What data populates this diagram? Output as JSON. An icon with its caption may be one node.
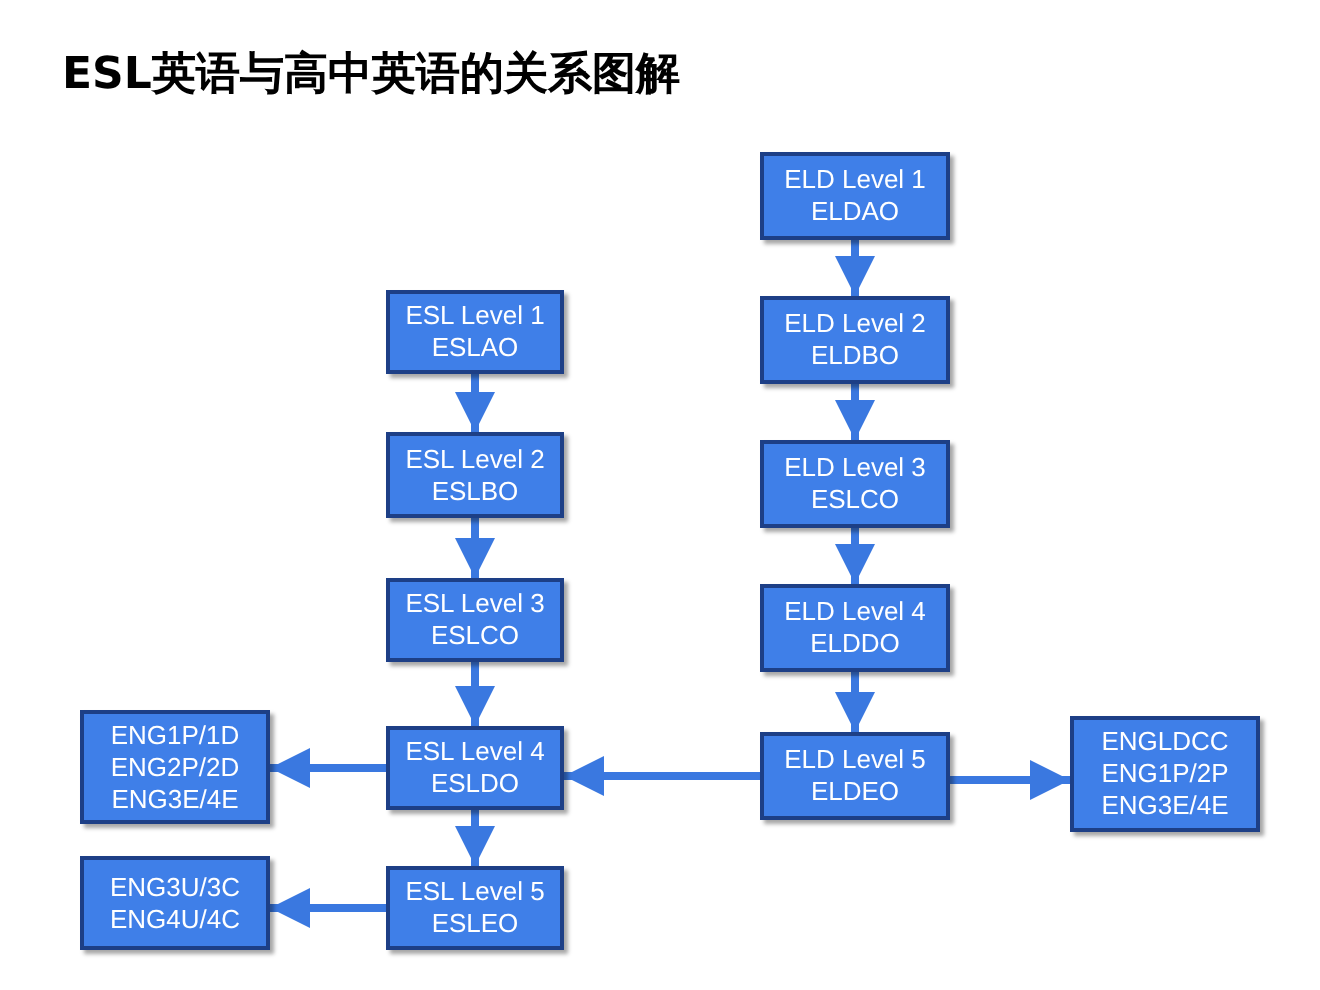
{
  "diagram": {
    "title": "ESL英语与高中英语的关系图解",
    "nodes": [
      {
        "text": [
          "ELD Level 1",
          "ELDAO"
        ]
      },
      {
        "text": [
          "ESL Level 1",
          "ESLAO"
        ]
      },
      {
        "text": [
          "ELD Level 2",
          "ELDBO"
        ]
      },
      {
        "text": [
          "ESL Level 2",
          "ESLBO"
        ]
      },
      {
        "text": [
          "ELD Level 3",
          "ESLCO"
        ]
      },
      {
        "text": [
          "ESL Level 3",
          "ESLCO"
        ]
      },
      {
        "text": [
          "ELD Level 4",
          "ELDDO"
        ]
      },
      {
        "text": [
          "ENG1P/1D",
          "ENG2P/2D",
          "ENG3E/4E"
        ]
      },
      {
        "text": [
          "ESL Level 4",
          "ESLDO"
        ]
      },
      {
        "text": [
          "ELD Level 5",
          "ELDEO"
        ]
      },
      {
        "text": [
          "ENGLDCC",
          "ENG1P/2P",
          "ENG3E/4E"
        ]
      },
      {
        "text": [
          "ENG3U/3C",
          "ENG4U/4C"
        ]
      },
      {
        "text": [
          "ESL Level 5",
          "ESLEO"
        ]
      }
    ],
    "edges": [
      {
        "from": 0,
        "to": 2,
        "arrow": "to"
      },
      {
        "from": 2,
        "to": 4,
        "arrow": "to"
      },
      {
        "from": 4,
        "to": 6,
        "arrow": "to"
      },
      {
        "from": 6,
        "to": 9,
        "arrow": "to"
      },
      {
        "from": 1,
        "to": 3,
        "arrow": "to"
      },
      {
        "from": 3,
        "to": 5,
        "arrow": "to"
      },
      {
        "from": 5,
        "to": 8,
        "arrow": "to"
      },
      {
        "from": 8,
        "to": 12,
        "arrow": "to"
      },
      {
        "from": 9,
        "to": 8,
        "arrow": "to"
      },
      {
        "from": 9,
        "to": 10,
        "arrow": "to"
      },
      {
        "from": 8,
        "to": 7,
        "arrow": "to"
      },
      {
        "from": 12,
        "to": 11,
        "arrow": "to"
      }
    ]
  }
}
